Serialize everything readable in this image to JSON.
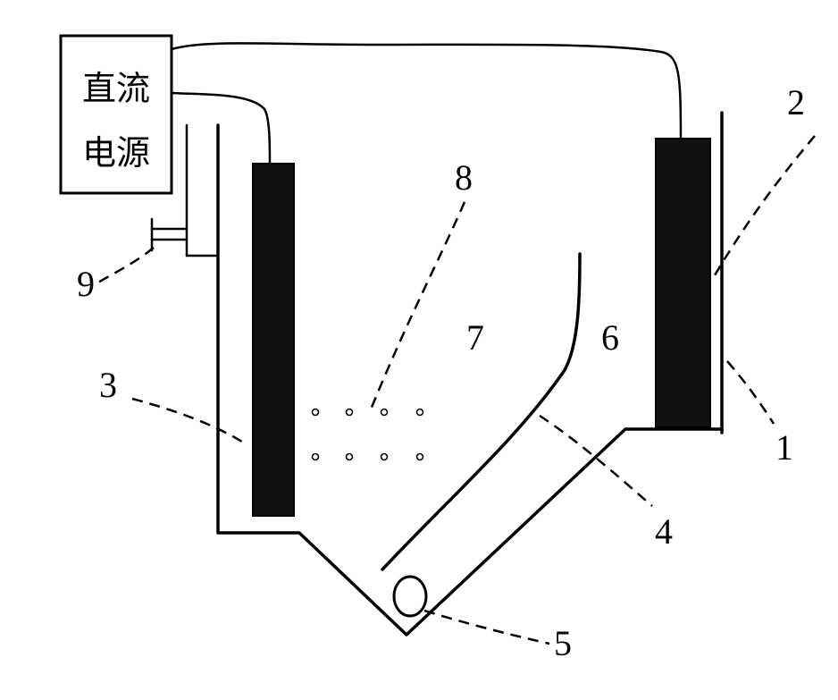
{
  "power_supply": {
    "line1": "直流",
    "line2": "电源"
  },
  "labels": {
    "l1": "1",
    "l2": "2",
    "l3": "3",
    "l4": "4",
    "l5": "5",
    "l6": "6",
    "l7": "7",
    "l8": "8",
    "l9": "9"
  }
}
